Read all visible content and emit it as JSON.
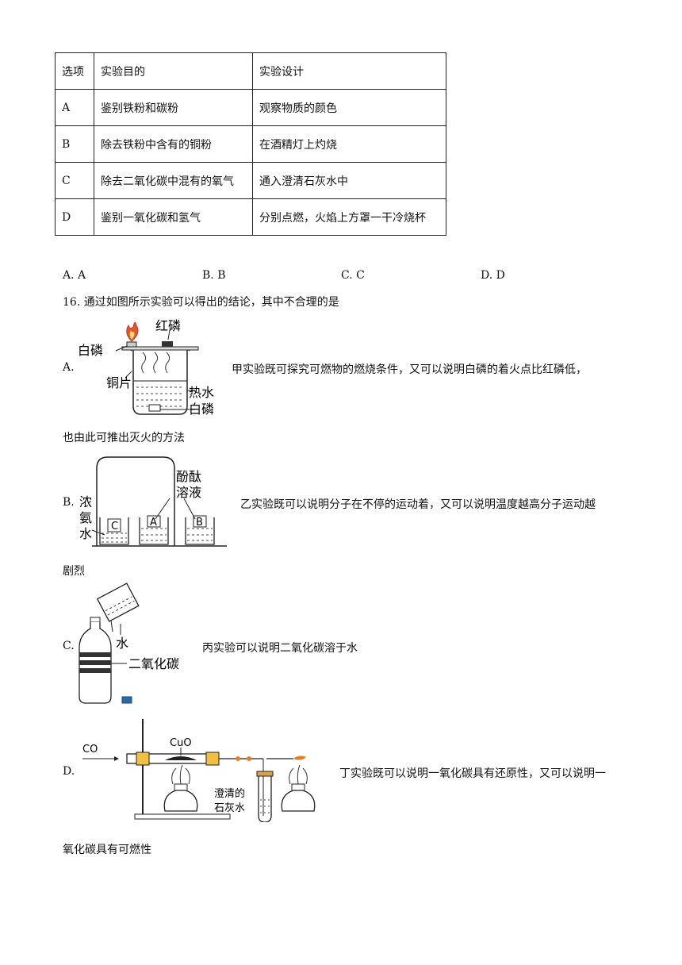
{
  "table": {
    "headers": [
      "选项",
      "实验目的",
      "实验设计"
    ],
    "rows": [
      [
        "A",
        "鉴别铁粉和碳粉",
        "观察物质的颜色"
      ],
      [
        "B",
        "除去铁粉中含有的铜粉",
        "在酒精灯上灼烧"
      ],
      [
        "C",
        "除去二氧化碳中混有的氧气",
        "通入澄清石灰水中"
      ],
      [
        "D",
        "鉴别一氧化碳和氢气",
        "分别点燃，火焰上方罩一干冷烧杯"
      ]
    ]
  },
  "q15_options": [
    "A. A",
    "B. B",
    "C. C",
    "D. D"
  ],
  "q16": {
    "stem": "16. 通过如图所示实验可以得出的结论，其中不合理的是",
    "A": {
      "label": "A.",
      "text_line1": "甲实验既可探究可燃物的燃烧条件，又可以说明白磷的着火点比红磷低，",
      "text_line2": "也由此可推出灭火的方法",
      "fig": {
        "red_p": "红磷",
        "white_p": "白磷",
        "copper": "铜片",
        "hot_water": "热水",
        "white_p2": "白磷"
      }
    },
    "B": {
      "label": "B.",
      "text_line1": "乙实验既可以说明分子在不停的运动着，又可以说明温度越高分子运动越",
      "text_line2": "剧烈",
      "fig": {
        "ammonia": [
          "浓",
          "氨",
          "水"
        ],
        "phenol": [
          "酚酞",
          "溶液"
        ],
        "C": "C",
        "A": "A",
        "B": "B"
      }
    },
    "C": {
      "label": "C.",
      "text_line1": "丙实验可以说明二氧化碳溶于水",
      "fig": {
        "water": "水",
        "co2": "二氧化碳"
      }
    },
    "D": {
      "label": "D.",
      "text_line1": "丁实验既可以说明一氧化碳具有还原性，又可以说明一",
      "text_line2": "氧化碳具有可燃性",
      "fig": {
        "co": "CO",
        "cuo": "CuO",
        "limewater": [
          "澄清的",
          "石灰水"
        ]
      }
    }
  }
}
